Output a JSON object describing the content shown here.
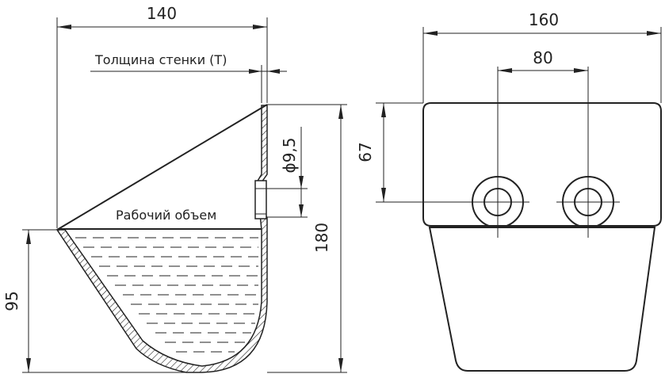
{
  "dimensions": {
    "side_width": "140",
    "side_height": "180",
    "fill_height": "95",
    "hole_diameter": "ϕ9,5",
    "front_width": "160",
    "hole_spacing": "80",
    "hole_height": "67"
  },
  "labels": {
    "wall_thickness": "Толщина стенки (Т)",
    "working_volume": "Рабочий объем"
  }
}
